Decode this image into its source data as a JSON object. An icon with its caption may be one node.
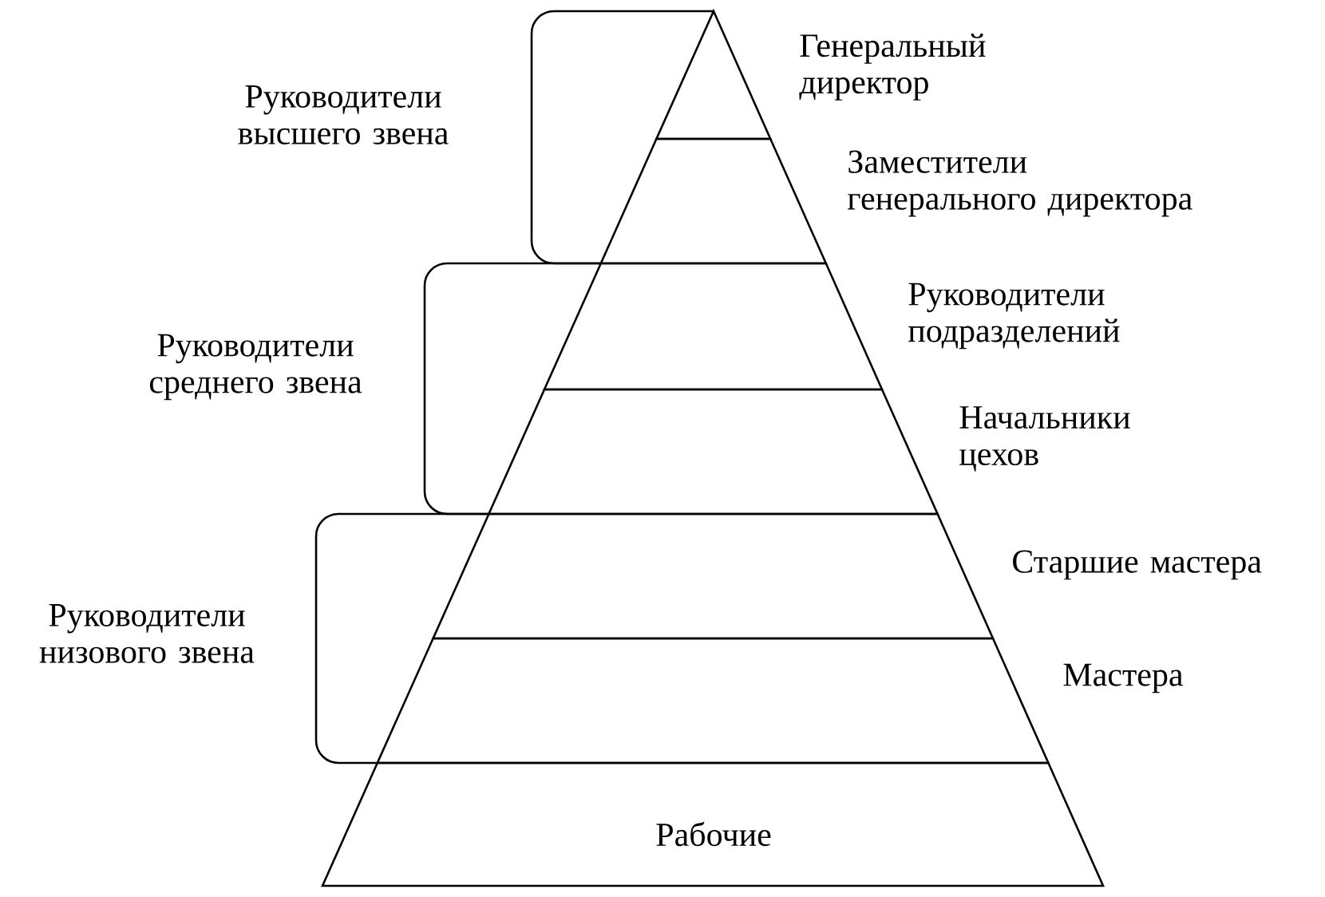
{
  "diagram": {
    "nodes": [
      {
        "text": [
          "Руководители высшего звена"
        ]
      },
      {
        "text": [
          "Руководители среднего звена"
        ]
      },
      {
        "text": [
          "Руководители низового звена"
        ]
      },
      {
        "text": [],
        "shape": "triangle",
        "beside": [
          "Генеральный директор"
        ]
      },
      {
        "text": [],
        "shape": "band",
        "beside": [
          "Заместители генерального директора"
        ]
      },
      {
        "text": [],
        "shape": "band",
        "beside": [
          "Руководители подразделений"
        ]
      },
      {
        "text": [],
        "shape": "band",
        "beside": [
          "Начальники цехов"
        ]
      },
      {
        "text": [],
        "shape": "band",
        "beside": [
          "Старшие мастера"
        ]
      },
      {
        "text": [],
        "shape": "band",
        "beside": [
          "Мастера"
        ]
      },
      {
        "text": [
          "Рабочие"
        ]
      }
    ]
  }
}
